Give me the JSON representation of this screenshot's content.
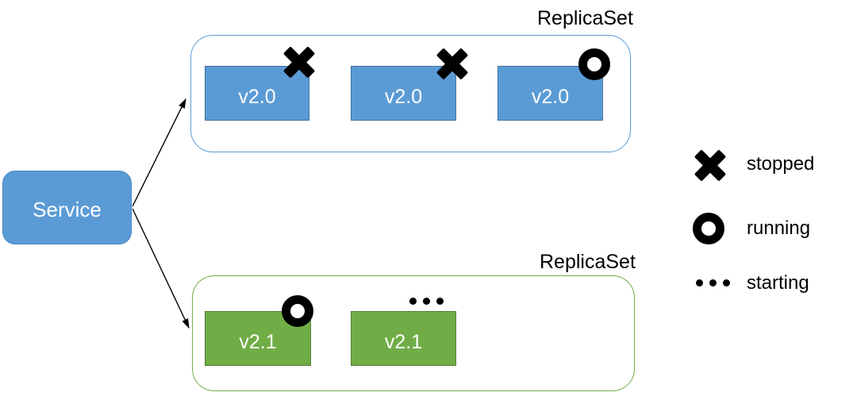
{
  "diagram": {
    "service": {
      "label": "Service"
    },
    "replicasets": [
      {
        "label": "ReplicaSet",
        "version": "v2.0",
        "pods": [
          {
            "label": "v2.0",
            "status": "stopped"
          },
          {
            "label": "v2.0",
            "status": "stopped"
          },
          {
            "label": "v2.0",
            "status": "running"
          }
        ]
      },
      {
        "label": "ReplicaSet",
        "version": "v2.1",
        "pods": [
          {
            "label": "v2.1",
            "status": "running"
          },
          {
            "label": "v2.1",
            "status": "starting"
          }
        ]
      }
    ],
    "legend": [
      {
        "icon": "stopped-icon",
        "label": "stopped"
      },
      {
        "icon": "running-icon",
        "label": "running"
      },
      {
        "icon": "starting-icon",
        "label": "starting"
      }
    ],
    "colors": {
      "service_fill": "#5B9BD5",
      "pod_old_fill": "#5B9BD5",
      "pod_old_border": "#41719C",
      "pod_new_fill": "#70AD47",
      "pod_new_border": "#507E32",
      "replicaset_old_outline": "#5B9BD5",
      "replicaset_new_outline": "#70AD47",
      "status_icon": "#000000",
      "arrow": "#000000"
    }
  }
}
